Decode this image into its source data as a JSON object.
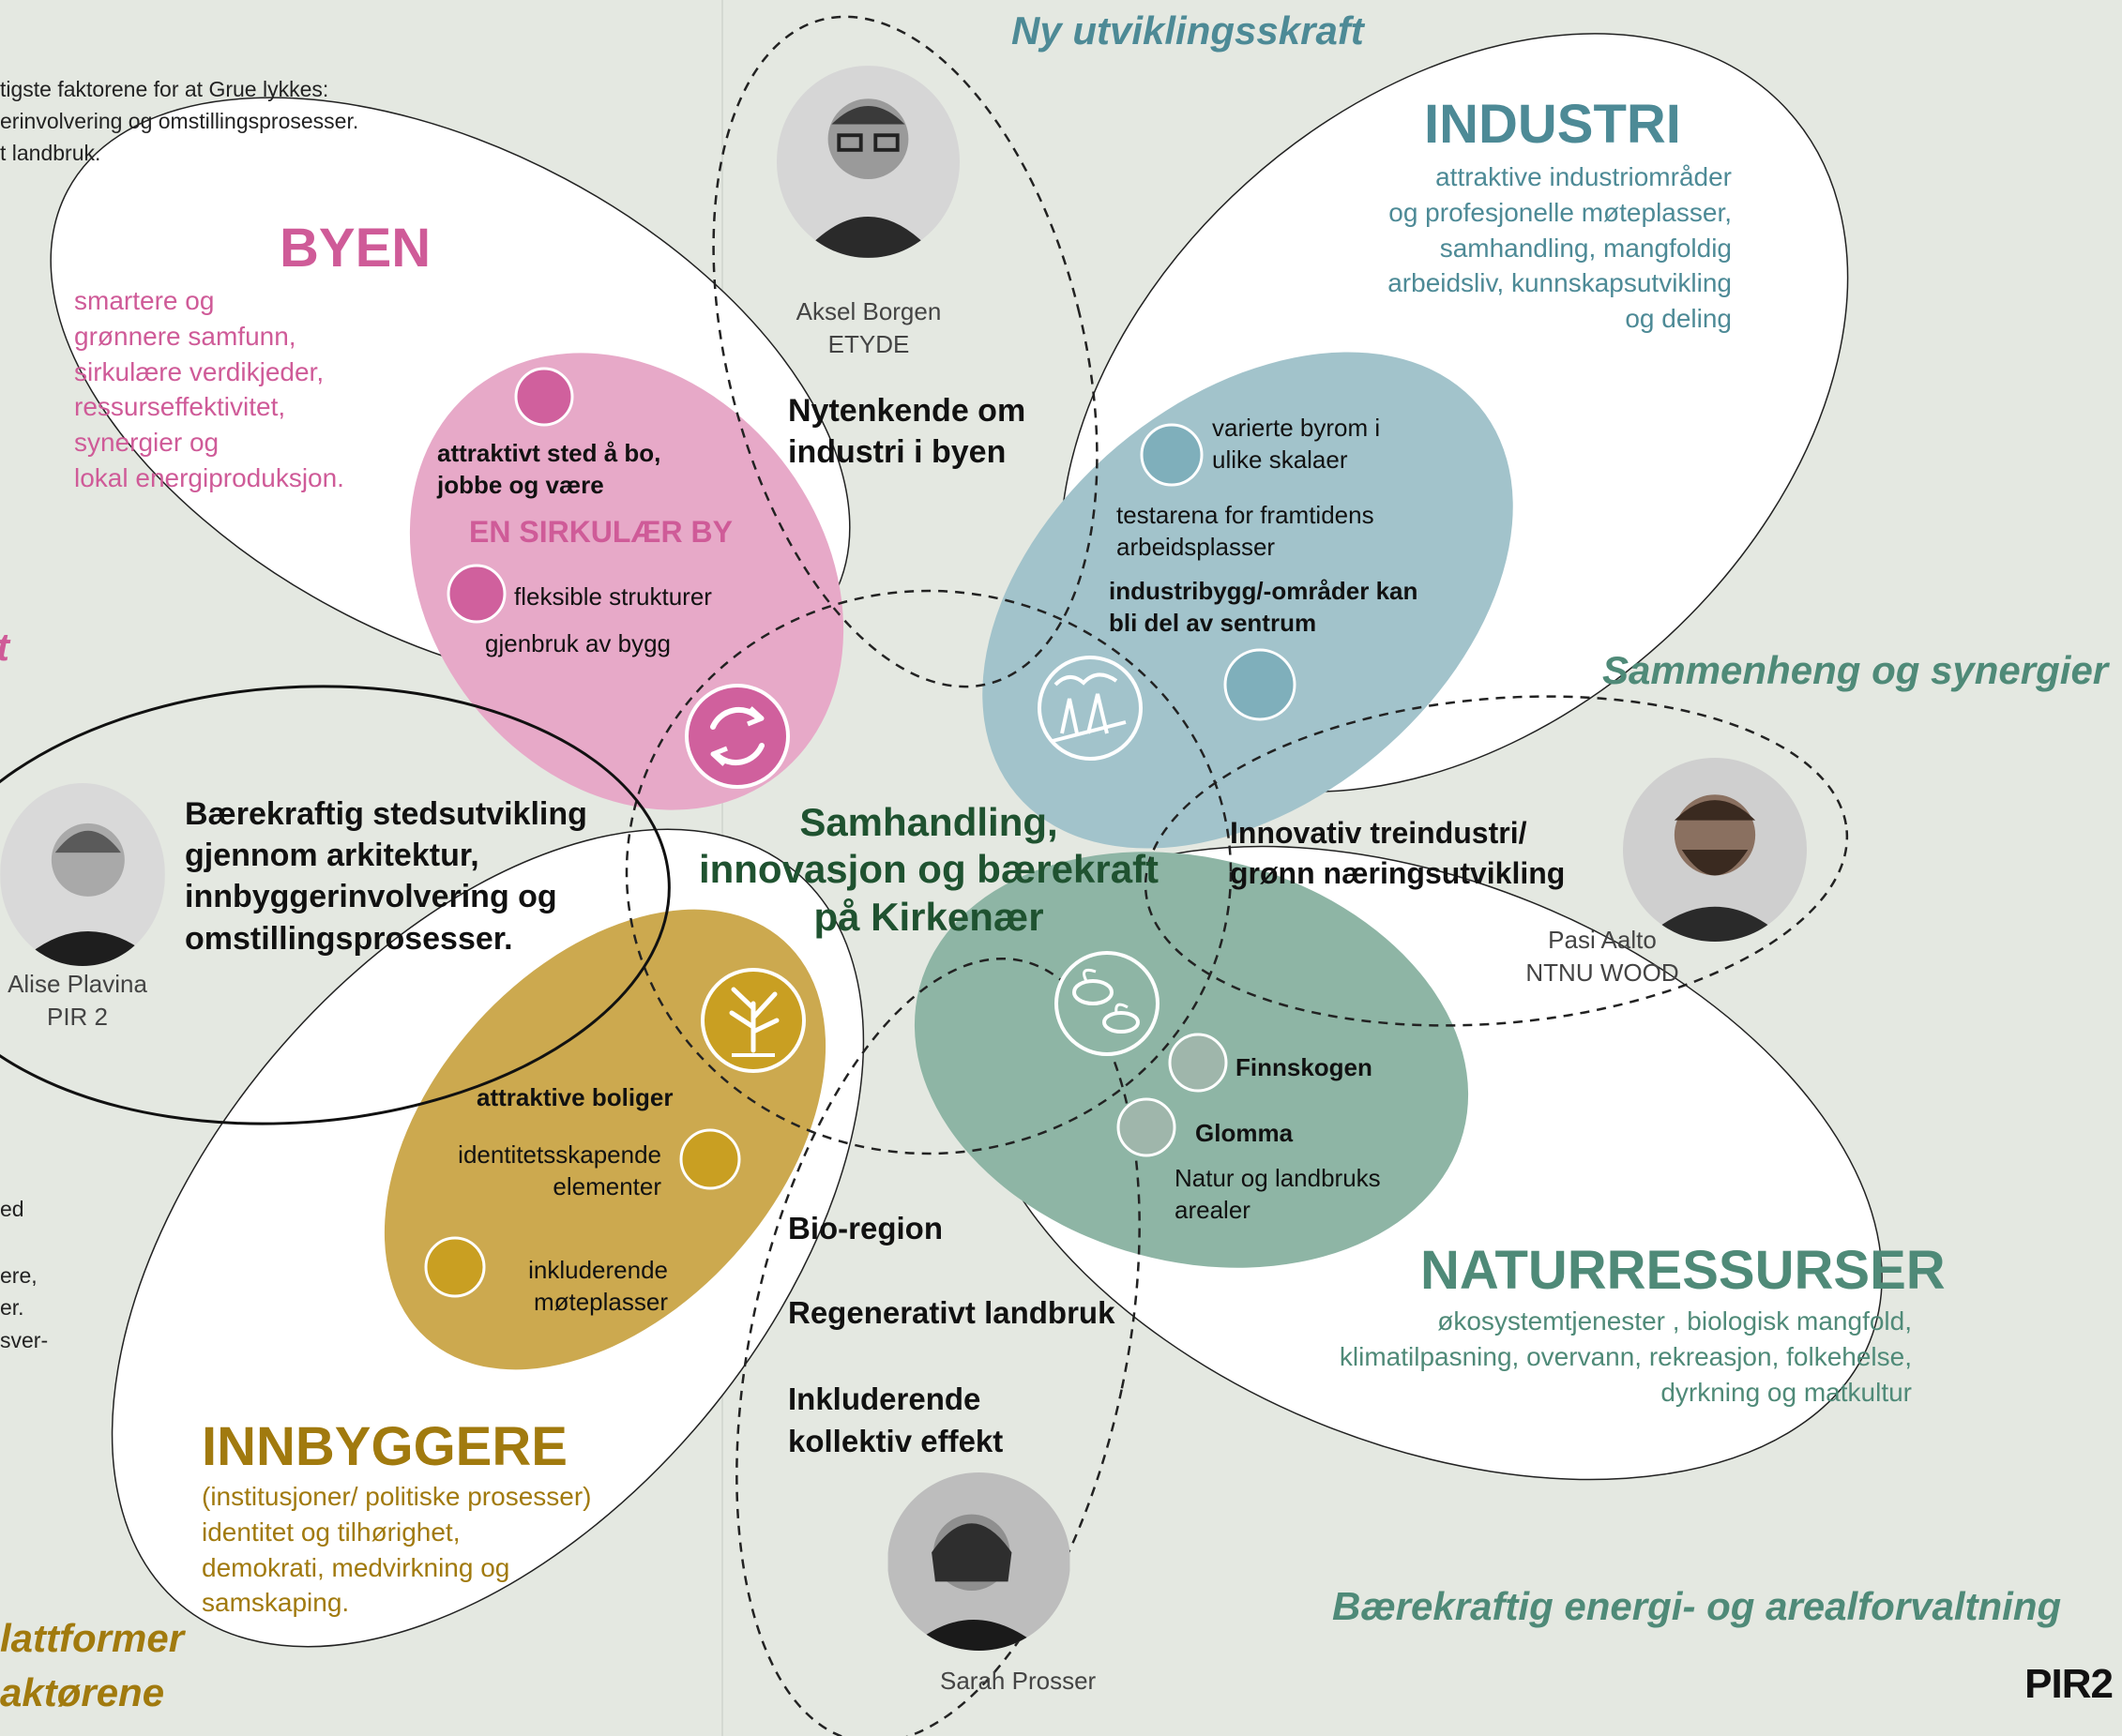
{
  "left_edge": {
    "line1": "tigste faktorene for at Grue lykkes:",
    "line2": "erinvolvering og omstillingsprosesser.",
    "line3": "t landbruk.",
    "fragment_ed": "ed",
    "fragment_ere": "ere,",
    "fragment_er": "er.",
    "fragment_sver": "sver-",
    "fragment_t": "t",
    "bottom_line1": "lattformer",
    "bottom_line2": "aktørene"
  },
  "themes": {
    "top": "Ny utviklingsskraft",
    "right": "Sammenheng og  synergier",
    "bottom_right": "Bærekraftig energi- og arealforvaltning"
  },
  "center": {
    "line1": "Samhandling,",
    "line2": "innovasjon og bærekraft",
    "line3": "på Kirkenær"
  },
  "byen": {
    "title": "BYEN",
    "desc": "smartere og\ngrønnere samfunn,\nsirkulære verdikjeder,\nressurseffektivitet,\nsynergier og\nlokal energiproduksjon.",
    "item1": "attraktivt sted å bo,\njobbe og være",
    "subtitle": "EN SIRKULÆR BY",
    "item2": "fleksible strukturer",
    "item3": "gjenbruk av bygg",
    "icon": "recycle-icon"
  },
  "industri": {
    "title": "INDUSTRI",
    "desc": "attraktive industriområder\nog profesjonelle møteplasser,\nsamhandling, mangfoldig\narbeidsliv, kunnskapsutvikling\nog deling",
    "item1": "varierte byrom i\nulike skalaer",
    "item2": "testarena for framtidens\narbeidsplasser",
    "item3": "industribygg/-områder kan\nbli del av sentrum",
    "icon": "industry-landscape-icon"
  },
  "naturressurser": {
    "title": "NATURRESSURSER",
    "desc": "økosystemtjenester , biologisk mangfold,\nklimatilpasning, overvann, rekreasjon, folkehelse,\ndyrkning og matkultur",
    "item1": "Finnskogen",
    "item2": "Glomma",
    "item3": "Natur og landbruks\narealer",
    "icon": "bees-icon"
  },
  "innbyggere": {
    "title": "INNBYGGERE",
    "desc": "(institusjoner/ politiske prosesser)\n identitet og tilhørighet,\n demokrati, medvirkning og\n samskaping.",
    "item1": "attraktive boliger",
    "item2": "identitetsskapende\nelementer",
    "item3": "inkluderende\nmøteplasser",
    "icon": "people-tree-icon"
  },
  "people": {
    "aksel": {
      "name": "Aksel Borgen",
      "org": "ETYDE",
      "quote": "Nytenkende om\nindustri i byen"
    },
    "pasi": {
      "name": "Pasi Aalto",
      "org": "NTNU WOOD",
      "quote": "Innovativ treindustri/\ngrønn næringsutvikling"
    },
    "alise": {
      "name": "Alise Plavina",
      "org": "PIR 2",
      "quote": "Bærekraftig stedsutvikling\ngjennom arkitektur,\ninnbyggerinvolvering og\nomstillingsprosesser."
    },
    "sarah": {
      "name": "Sarah Prosser",
      "quote1": "Bio-region",
      "quote2": "Regenerativt landbruk",
      "quote3": "Inkluderende\nkollektiv effekt"
    }
  },
  "logo": {
    "text": "PIR2"
  },
  "colors": {
    "background": "#e4e8e1",
    "byen": "#e7a9c8",
    "byen_dot": "#d0609d",
    "industri": "#a2c3cb",
    "industri_dot": "#7fafbb",
    "natur": "#8eb5a5",
    "natur_dot": "#9fb6ab",
    "innbyggere": "#cca94f",
    "innbyggere_dot": "#c99f22"
  }
}
